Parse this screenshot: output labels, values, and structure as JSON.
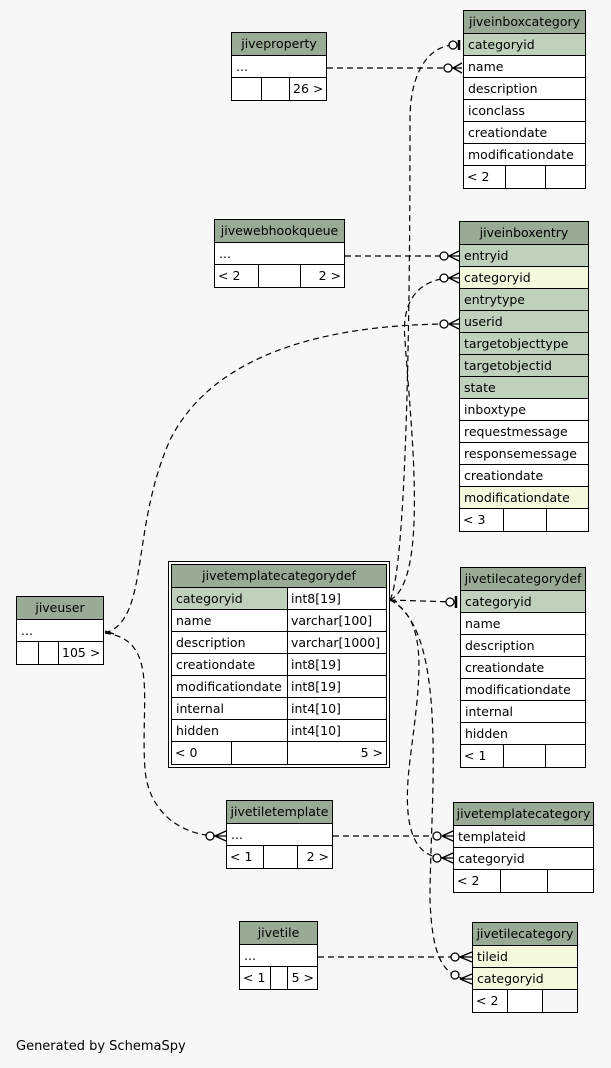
{
  "credit": "Generated by SchemaSpy",
  "tables": {
    "jiveproperty": {
      "name": "jiveproperty",
      "columns": [
        "..."
      ],
      "footer": [
        "",
        "",
        "26 >"
      ]
    },
    "jiveinboxcategory": {
      "name": "jiveinboxcategory",
      "columns": [
        "categoryid",
        "name",
        "description",
        "iconclass",
        "creationdate",
        "modificationdate"
      ],
      "footer": [
        "< 2",
        "",
        ""
      ]
    },
    "jivewebhookqueue": {
      "name": "jivewebhookqueue",
      "columns": [
        "..."
      ],
      "footer": [
        "< 2",
        "",
        "2 >"
      ]
    },
    "jiveinboxentry": {
      "name": "jiveinboxentry",
      "columns": [
        "entryid",
        "categoryid",
        "entrytype",
        "userid",
        "targetobjecttype",
        "targetobjectid",
        "state",
        "inboxtype",
        "requestmessage",
        "responsemessage",
        "creationdate",
        "modificationdate"
      ],
      "footer": [
        "< 3",
        "",
        ""
      ]
    },
    "jiveuser": {
      "name": "jiveuser",
      "columns": [
        "..."
      ],
      "footer": [
        "",
        "",
        "105 >"
      ]
    },
    "jivetemplatecategorydef": {
      "name": "jivetemplatecategorydef",
      "columns": [
        {
          "name": "categoryid",
          "type": "int8[19]"
        },
        {
          "name": "name",
          "type": "varchar[100]"
        },
        {
          "name": "description",
          "type": "varchar[1000]"
        },
        {
          "name": "creationdate",
          "type": "int8[19]"
        },
        {
          "name": "modificationdate",
          "type": "int8[19]"
        },
        {
          "name": "internal",
          "type": "int4[10]"
        },
        {
          "name": "hidden",
          "type": "int4[10]"
        }
      ],
      "footer": [
        "< 0",
        "",
        "5 >"
      ]
    },
    "jivetilecategorydef": {
      "name": "jivetilecategorydef",
      "columns": [
        "categoryid",
        "name",
        "description",
        "creationdate",
        "modificationdate",
        "internal",
        "hidden"
      ],
      "footer": [
        "< 1",
        "",
        ""
      ]
    },
    "jivetiletemplate": {
      "name": "jivetiletemplate",
      "columns": [
        "..."
      ],
      "footer": [
        "< 1",
        "",
        "2 >"
      ]
    },
    "jivetemplatecategory": {
      "name": "jivetemplatecategory",
      "columns": [
        "templateid",
        "categoryid"
      ],
      "footer": [
        "< 2",
        "",
        ""
      ]
    },
    "jivetile": {
      "name": "jivetile",
      "columns": [
        "..."
      ],
      "footer": [
        "< 1",
        "",
        "5 >"
      ]
    },
    "jivetilecategory": {
      "name": "jivetilecategory",
      "columns": [
        "tileid",
        "categoryid"
      ],
      "footer": [
        "< 2",
        "",
        ""
      ]
    }
  },
  "relationships": [
    {
      "from": "jiveproperty",
      "to": "jiveinboxcategory.name"
    },
    {
      "from": "jivetemplatecategorydef",
      "to": "jiveinboxcategory.categoryid"
    },
    {
      "from": "jivewebhookqueue",
      "to": "jiveinboxentry.entryid"
    },
    {
      "from": "jivetemplatecategorydef",
      "to": "jiveinboxentry.categoryid"
    },
    {
      "from": "jiveuser",
      "to": "jiveinboxentry.userid"
    },
    {
      "from": "jivetemplatecategorydef",
      "to": "jivetilecategorydef.categoryid"
    },
    {
      "from": "jiveuser",
      "to": "jivetiletemplate"
    },
    {
      "from": "jivetiletemplate",
      "to": "jivetemplatecategory.templateid"
    },
    {
      "from": "jivetemplatecategorydef",
      "to": "jivetemplatecategory.categoryid"
    },
    {
      "from": "jivetile",
      "to": "jivetilecategory.tileid"
    },
    {
      "from": "jivetemplatecategorydef",
      "to": "jivetilecategory.categoryid"
    }
  ]
}
